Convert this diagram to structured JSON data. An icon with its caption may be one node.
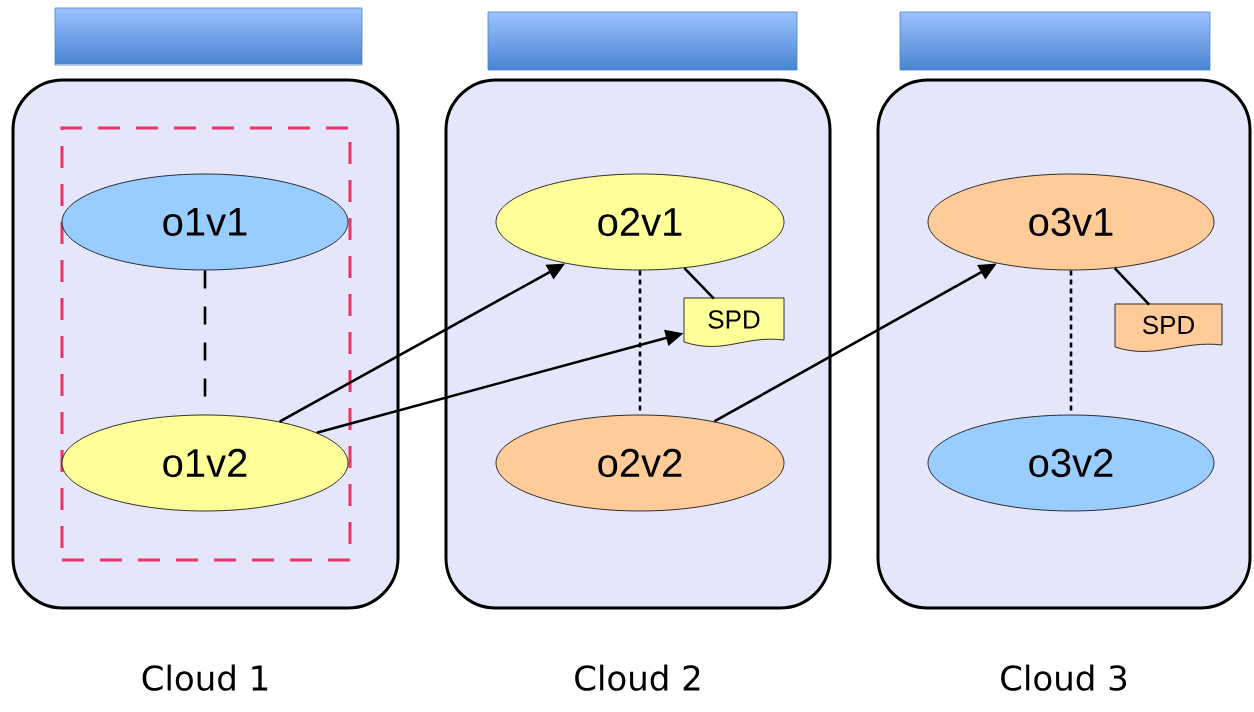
{
  "diagram": {
    "nodes": [
      {
        "text": [],
        "shape": "bar"
      },
      {
        "text": [],
        "shape": "bar"
      },
      {
        "text": [],
        "shape": "bar"
      },
      {
        "text": [
          "Cloud 1"
        ]
      },
      {
        "text": [],
        "shape": "box",
        "in": 3
      },
      {
        "text": [
          "o1v1"
        ],
        "in": 4
      },
      {
        "text": [
          "o1v2"
        ],
        "in": 4
      },
      {
        "text": [
          "Cloud 2"
        ]
      },
      {
        "text": [
          "o2v1"
        ],
        "in": 7
      },
      {
        "text": [
          "SPD"
        ],
        "in": 7
      },
      {
        "text": [
          "o2v2"
        ],
        "in": 7
      },
      {
        "text": [
          "Cloud 3"
        ]
      },
      {
        "text": [
          "o3v1"
        ],
        "in": 11
      },
      {
        "text": [
          "SPD"
        ],
        "in": 11
      },
      {
        "text": [
          "o3v2"
        ],
        "in": 11
      }
    ],
    "edges": [
      {
        "from": 5,
        "to": 6,
        "arrow": "none",
        "style": "dashed"
      },
      {
        "from": 8,
        "to": 10,
        "arrow": "none",
        "style": "dashed"
      },
      {
        "from": 12,
        "to": 14,
        "arrow": "none",
        "style": "dashed"
      },
      {
        "from": 9,
        "to": 8,
        "arrow": "none"
      },
      {
        "from": 13,
        "to": 12,
        "arrow": "none"
      },
      {
        "from": 6,
        "to": 8,
        "arrow": "to"
      },
      {
        "from": 6,
        "to": 9,
        "arrow": "to"
      },
      {
        "from": 10,
        "to": 12,
        "arrow": "to"
      }
    ]
  }
}
